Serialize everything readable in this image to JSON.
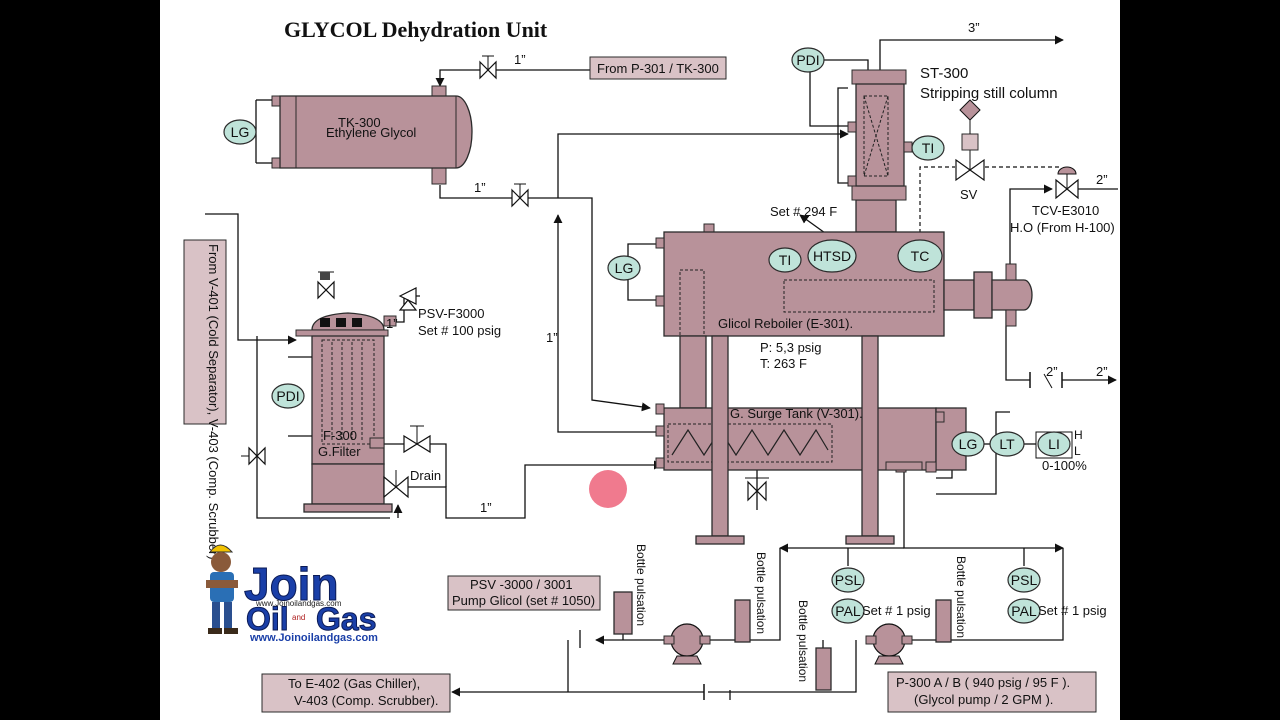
{
  "title": "GLYCOL Dehydration Unit",
  "equipment": {
    "tank": {
      "tag": "TK-300",
      "name": "Ethylene Glycol"
    },
    "still": {
      "tag": "ST-300",
      "name": "Stripping still column"
    },
    "reboiler": {
      "name": "Glicol Reboiler (E-301).",
      "pressure": "P: 5,3 psig",
      "temperature": "T: 263 F"
    },
    "surge_tank": {
      "name": "G. Surge Tank (V-301)."
    },
    "filter": {
      "tag": "F-300",
      "name": "G.Filter"
    },
    "psv": {
      "tag": "PSV-F3000",
      "set": "Set # 100 psig"
    },
    "tcv": {
      "tag": "TCV-E3010",
      "service": "H.O (From H-100)"
    },
    "sv_label": "SV",
    "htsd_set": "Set # 294 F",
    "drain_label": "Drain",
    "li_range": "0-100%",
    "li_high": "H",
    "li_low": "L"
  },
  "instruments": {
    "lg_tank": "LG",
    "pdi_still": "PDI",
    "ti_still": "TI",
    "lg_reboiler": "LG",
    "ti_reboiler": "TI",
    "htsd": "HTSD",
    "tc": "TC",
    "pdi_filter": "PDI",
    "lg_surge": "LG",
    "lt_surge": "LT",
    "li_surge": "LI",
    "psl_a": "PSL",
    "pal_a": "PAL",
    "psl_b": "PSL",
    "pal_b": "PAL",
    "set_a": "Set # 1 psig",
    "set_b": "Set # 1 psig"
  },
  "line_sizes": {
    "tank_inlet": "1”",
    "tank_outlet": "1”",
    "still_vent": "3”",
    "hot_oil": "2”",
    "hot_oil_out_a": "2”",
    "hot_oil_out_b": "2”",
    "psv": "1”",
    "return": "1”",
    "bottom": "1”"
  },
  "boxes": {
    "from_p301": "From P-301 / TK-300",
    "from_v401": "From V-401 (Cold Separator), V-403 (Comp. Scrubber)",
    "psv_pump_line1": "PSV -3000 / 3001",
    "psv_pump_line2": "Pump Glicol (set # 1050)",
    "to_e402_line1": "To E-402 (Gas Chiller),",
    "to_e402_line2": "V-403 (Comp. Scrubber).",
    "pump_line1": "P-300 A / B ( 940 psig / 95 F ).",
    "pump_line2": "(Glycol pump / 2 GPM )."
  },
  "bottle_labels": [
    "Bottle pulsation",
    "Bottle pulsation",
    "Bottle pulsation",
    "Bottle pulsation"
  ],
  "logo": {
    "word1": "Join",
    "word2": "Oil",
    "word3": "Gas",
    "conj": "and",
    "url1": "www.Joinoilandgas.com",
    "url2": "www.Joinoilandgas.com"
  },
  "colors": {
    "vessel": "#b8929a",
    "instrument": "#bfe3d9",
    "box": "#d9c2c6",
    "marker": "#f07a8e",
    "logo_blue": "#1a3fa8"
  }
}
